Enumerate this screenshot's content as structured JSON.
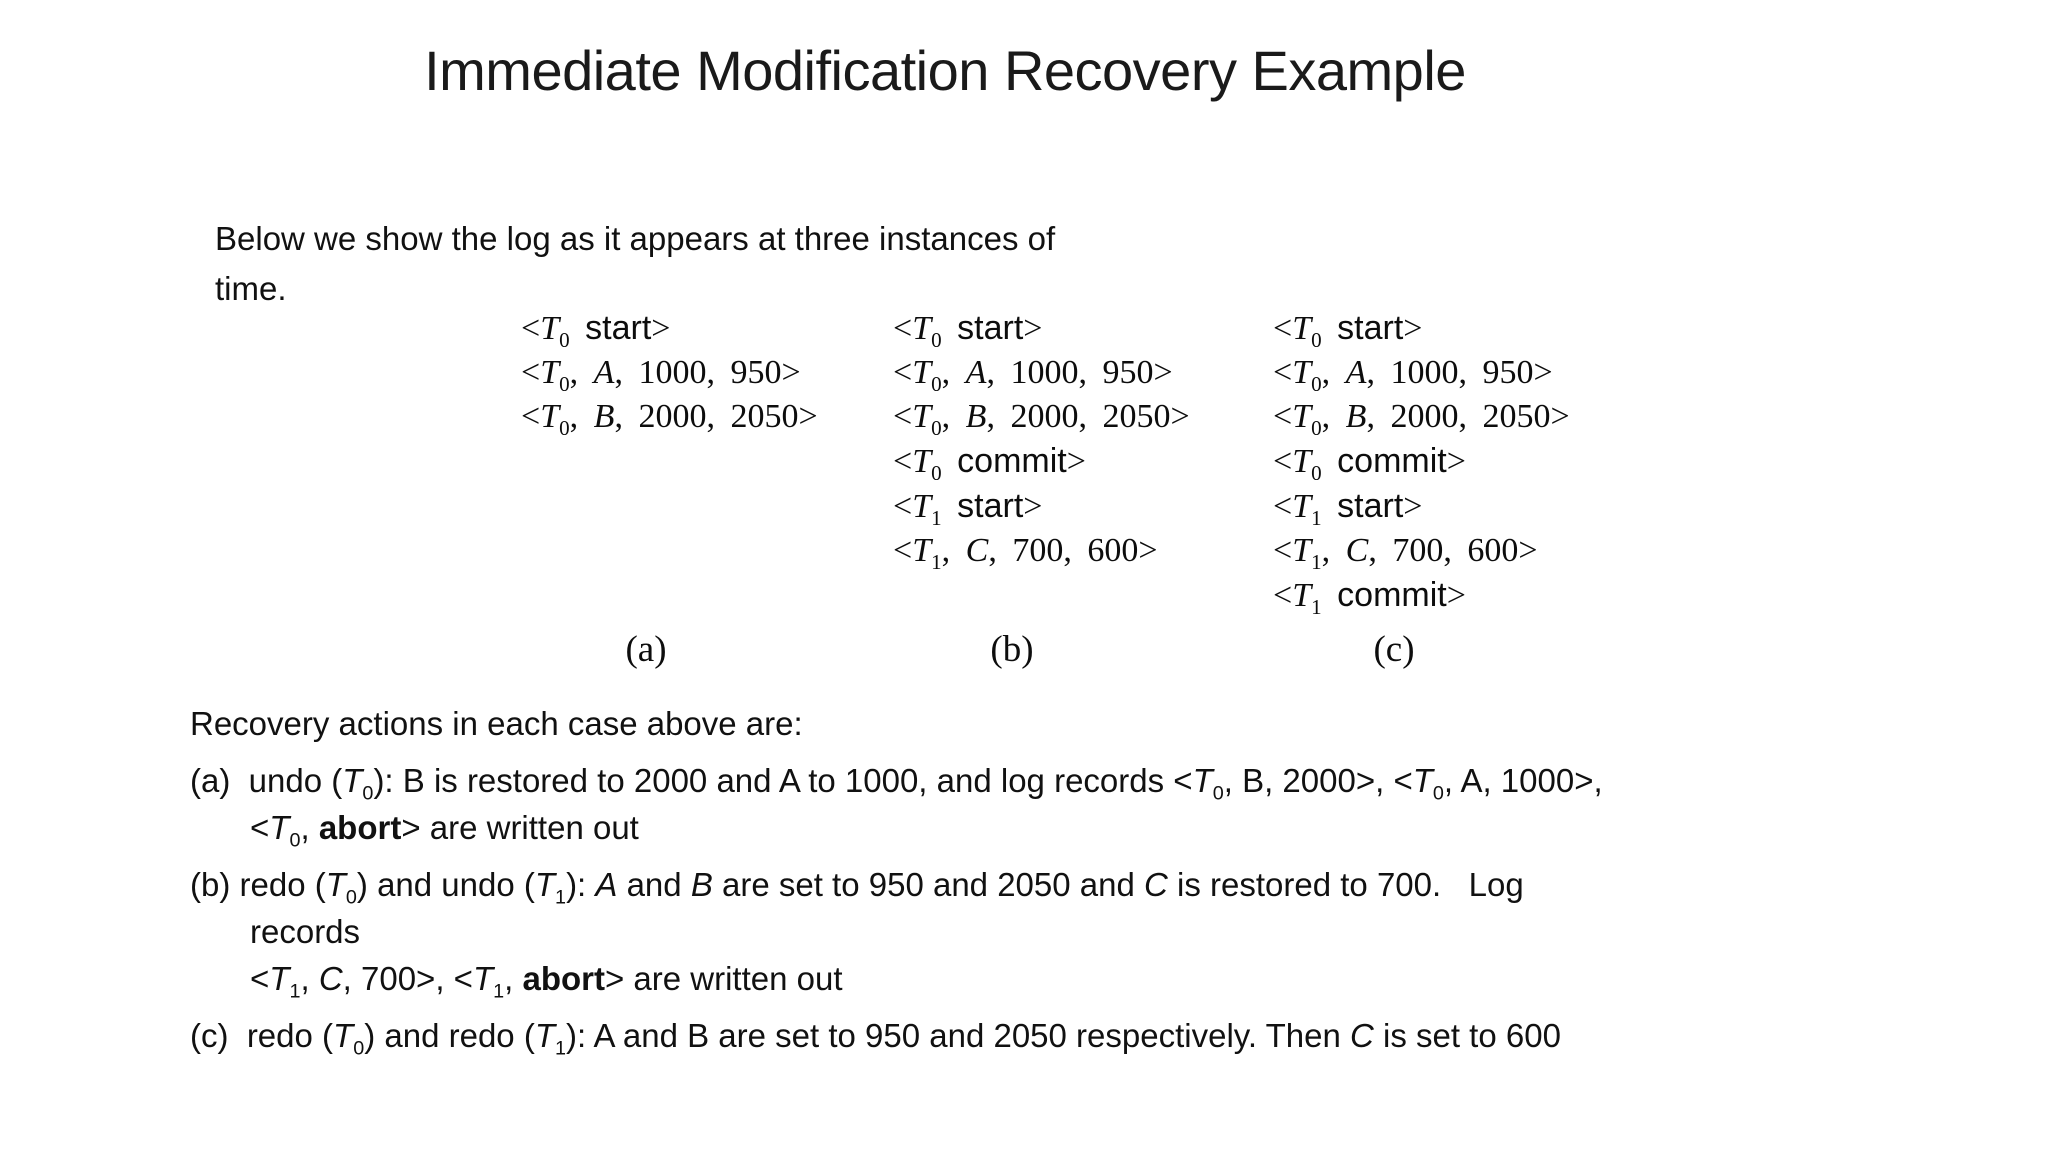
{
  "slide": {
    "title": "Immediate Modification Recovery Example",
    "intro": [
      "Below we show the log as it appears at three instances of",
      "time."
    ],
    "figure": {
      "columns": [
        {
          "label": "(a)",
          "rows": [
            "<*T*~0~ {start}>",
            "<*T*~0~, *A*, 1000, 950>",
            "<*T*~0~, *B*, 2000, 2050>"
          ]
        },
        {
          "label": "(b)",
          "rows": [
            "<*T*~0~ {start}>",
            "<*T*~0~, *A*, 1000, 950>",
            "<*T*~0~, *B*, 2000, 2050>",
            "<*T*~0~ {commit}>",
            "<*T*~1~ {start}>",
            "<*T*~1~, *C*, 700, 600>"
          ]
        },
        {
          "label": "(c)",
          "rows": [
            "<*T*~0~ {start}>",
            "<*T*~0~, *A*, 1000, 950>",
            "<*T*~0~, *B*, 2000, 2050>",
            "<*T*~0~ {commit}>",
            "<*T*~1~ {start}>",
            "<*T*~1~, *C*, 700, 600>",
            "<*T*~1~ {commit}>"
          ]
        }
      ]
    },
    "body": {
      "header": "Recovery actions in each case above are:",
      "items": [
        {
          "lines": [
            "(a)  undo (*T*~0~): B is restored to 2000 and A to 1000, and log records <*T*~0~, B, 2000>, <*T*~0~, A, 1000>,",
            "<*T*~0~, **abort**> are written out"
          ]
        },
        {
          "lines": [
            "(b) redo (*T*~0~) and undo (*T*~1~): *A* and *B* are set to 950 and 2050 and *C* is restored to 700.   Log",
            "records",
            "<*T*~1~, *C*, 700>, <*T*~1~, **abort**> are written out"
          ]
        },
        {
          "lines": [
            "(c)  redo (*T*~0~) and redo (*T*~1~): A and B are set to 950 and 2050 respectively. Then *C* is set to 600"
          ]
        }
      ]
    }
  }
}
